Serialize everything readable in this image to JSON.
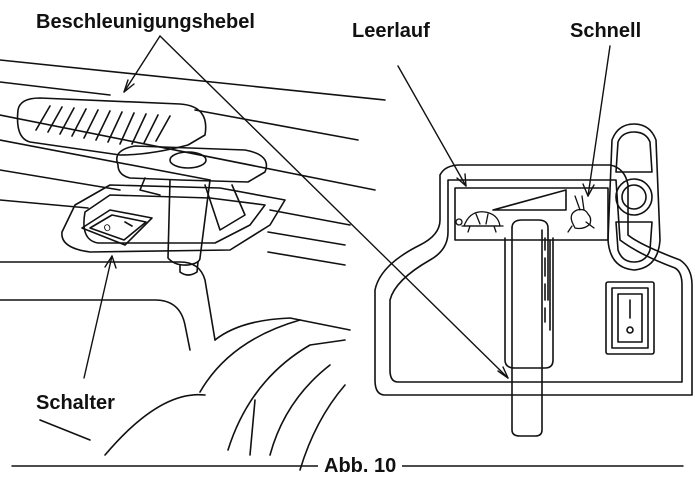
{
  "labels": {
    "accelerator": "Beschleunigungshebel",
    "idle": "Leerlauf",
    "fast": "Schnell",
    "switch": "Schalter",
    "figure_caption": "Abb. 10"
  },
  "icons": {
    "idle_symbol": "turtle-icon",
    "fast_symbol": "rabbit-icon"
  },
  "colors": {
    "ink": "#111111",
    "paper": "#ffffff"
  }
}
